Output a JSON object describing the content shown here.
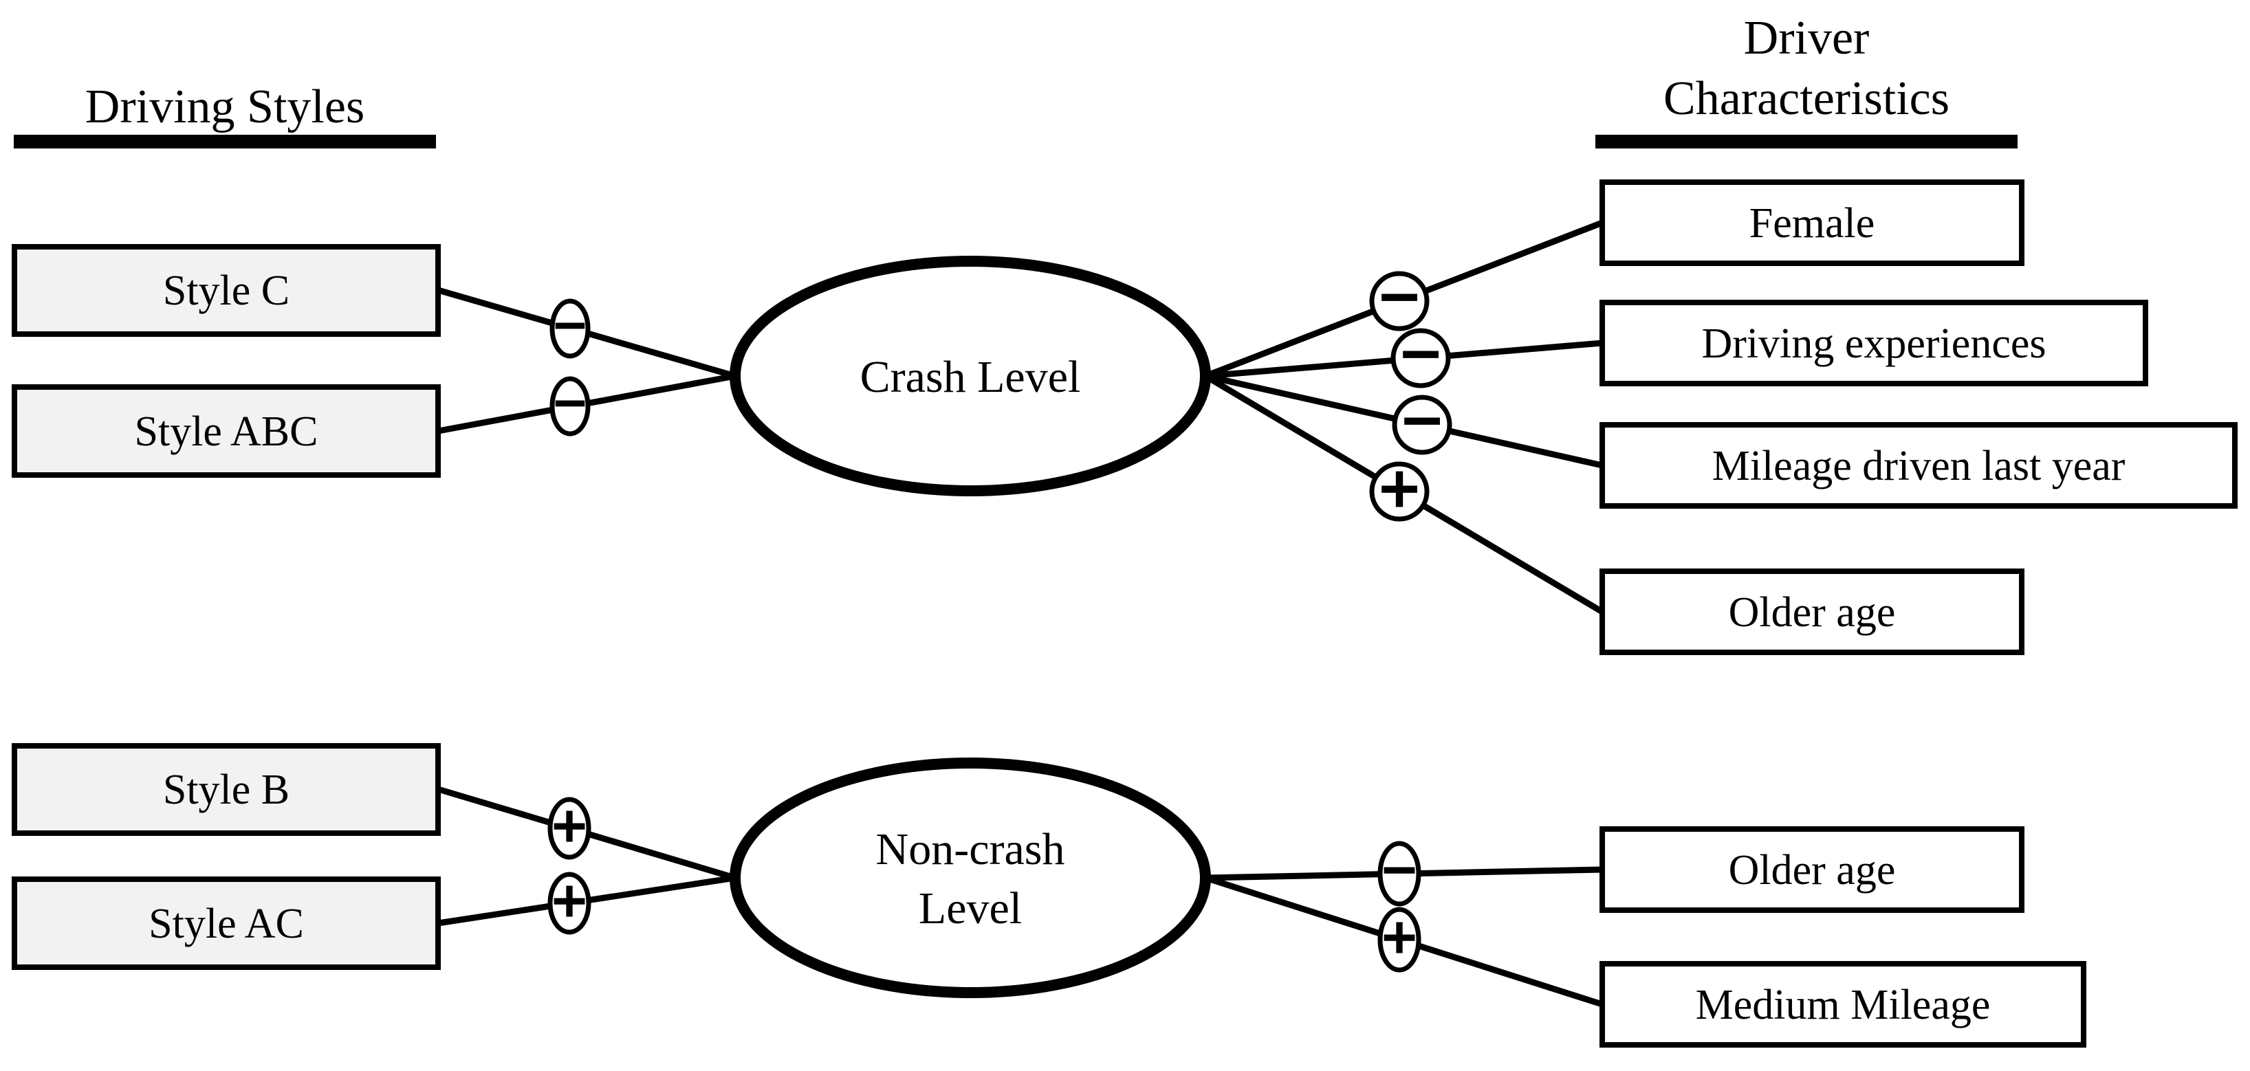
{
  "headers": {
    "driving_styles": "Driving Styles",
    "driver_characteristics_line1": "Driver",
    "driver_characteristics_line2": "Characteristics"
  },
  "latents": {
    "crash": "Crash Level",
    "noncrash_line1": "Non-crash",
    "noncrash_line2": "Level"
  },
  "driving_styles": {
    "style_c": "Style C",
    "style_abc": "Style ABC",
    "style_b": "Style B",
    "style_ac": "Style AC"
  },
  "driver_characteristics": {
    "female": "Female",
    "driving_experiences": "Driving experiences",
    "mileage_driven_last_year": "Mileage driven last year",
    "older_age_crash": "Older age",
    "older_age_noncrash": "Older age",
    "medium_mileage": "Medium Mileage"
  },
  "signs": {
    "style_c_to_crash": "−",
    "style_abc_to_crash": "−",
    "crash_to_female": "−",
    "crash_to_driving_experiences": "−",
    "crash_to_mileage_driven_last_year": "−",
    "crash_to_older_age": "+",
    "style_b_to_noncrash": "+",
    "style_ac_to_noncrash": "+",
    "noncrash_to_older_age": "−",
    "noncrash_to_medium_mileage": "+"
  },
  "colors": {
    "stroke": "#000000",
    "style_box_fill": "#f2f2f2",
    "characteristic_box_fill": "#ffffff",
    "background": "#ffffff"
  }
}
